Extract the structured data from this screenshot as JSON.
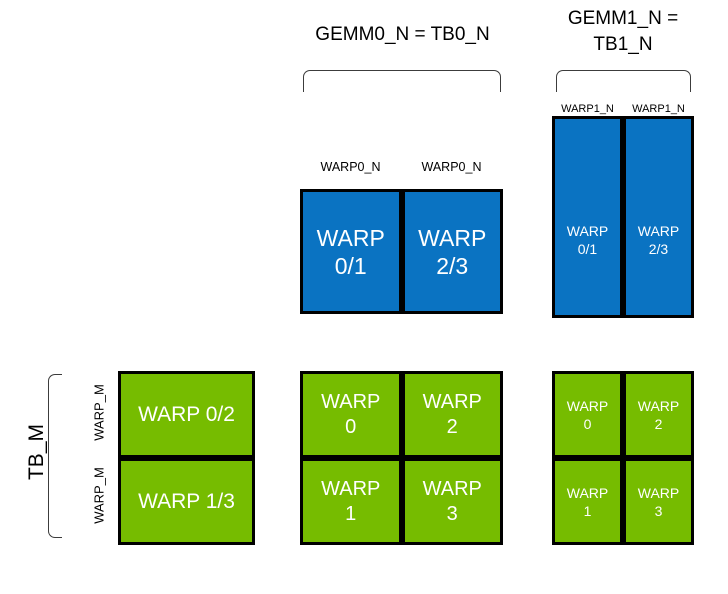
{
  "titles": {
    "gemm0": "GEMM0_N = TB0_N",
    "gemm1": "GEMM1_N =\nTB1_N"
  },
  "colors": {
    "blue": "#0A73C2",
    "green": "#76BC00",
    "outline": "#000000",
    "text": "#FFFFFF",
    "label": "#000000"
  },
  "captions": {
    "warp0_n_left": "WARP0_N",
    "warp0_n_right": "WARP0_N",
    "warp1_n_left": "WARP1_N",
    "warp1_n_right": "WARP1_N"
  },
  "left_axis": {
    "tb_m": "TB_M",
    "warp_m_top": "WARP_M",
    "warp_m_bottom": "WARP_M"
  },
  "blue_group_middle": {
    "cells": [
      {
        "label": "WARP\n0/1"
      },
      {
        "label": "WARP\n2/3"
      }
    ]
  },
  "blue_group_right": {
    "cells": [
      {
        "label": "WARP\n0/1"
      },
      {
        "label": "WARP\n2/3"
      }
    ]
  },
  "green_group_left": {
    "cells": [
      {
        "label": "WARP 0/2"
      },
      {
        "label": "WARP 1/3"
      }
    ]
  },
  "green_group_middle": {
    "cells": [
      {
        "label": "WARP\n0"
      },
      {
        "label": "WARP\n1"
      },
      {
        "label": "WARP\n2"
      },
      {
        "label": "WARP\n3"
      }
    ]
  },
  "green_group_right": {
    "cells": [
      {
        "label": "WARP\n0"
      },
      {
        "label": "WARP\n1"
      },
      {
        "label": "WARP\n2"
      },
      {
        "label": "WARP\n3"
      }
    ]
  }
}
